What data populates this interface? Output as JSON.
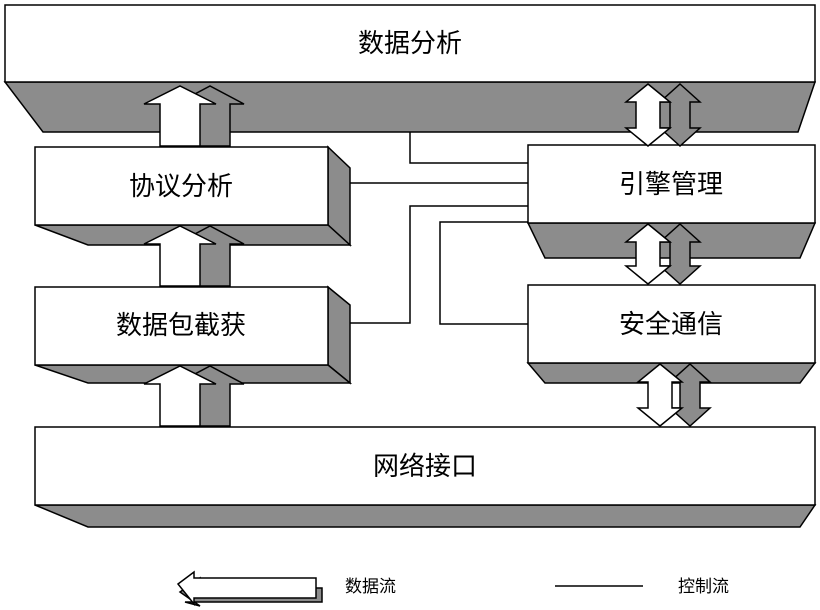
{
  "diagram": {
    "nodes": {
      "data_analysis": "数据分析",
      "protocol_analysis": "协议分析",
      "packet_capture": "数据包截获",
      "engine_management": "引擎管理",
      "secure_communication": "安全通信",
      "network_interface": "网络接口"
    },
    "legend": {
      "data_flow": "数据流",
      "control_flow": "控制流"
    },
    "colors": {
      "face": "#ffffff",
      "shadow": "#8c8c8c",
      "line": "#000000"
    }
  }
}
